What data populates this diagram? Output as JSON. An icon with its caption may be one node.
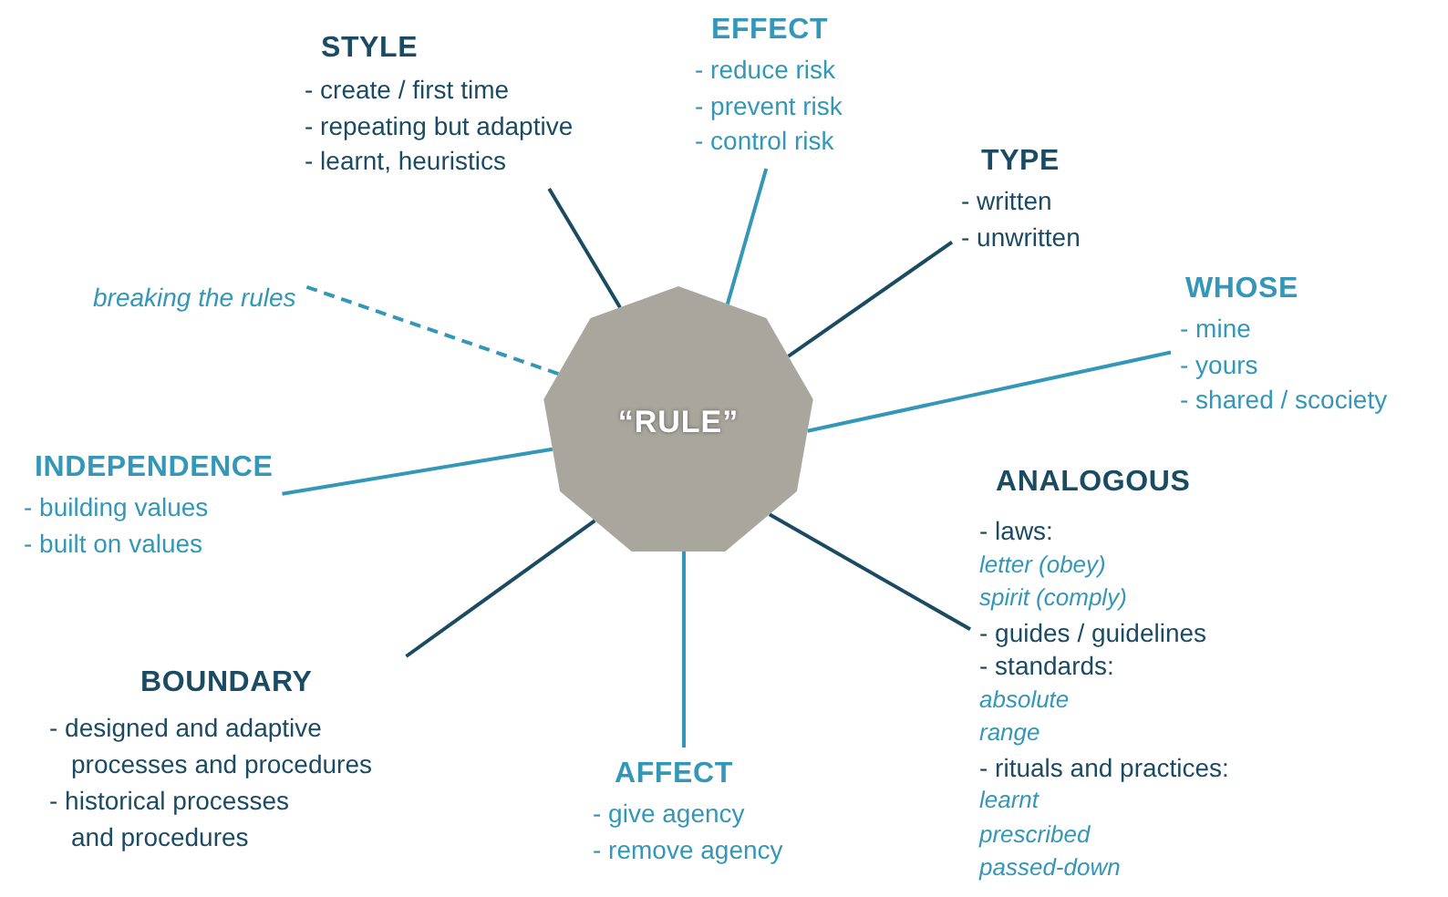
{
  "diagram": {
    "nodes": [
      {
        "text": [
          "EFFECT",
          "- reduce risk",
          "- prevent risk",
          "- control risk"
        ]
      },
      {
        "text": [
          "STYLE",
          "- create / first time",
          "- repeating but adaptive",
          "- learnt, heuristics"
        ]
      },
      {
        "text": [
          "TYPE",
          "- written",
          "- unwritten"
        ]
      },
      {
        "text": [
          "WHOSE",
          "- mine",
          "- yours",
          "- shared / scociety"
        ]
      },
      {
        "text": [
          "breaking the rules"
        ]
      },
      {
        "text": [
          "“RULE”"
        ]
      },
      {
        "text": [
          "INDEPENDENCE",
          "- building values",
          "- built on values"
        ]
      },
      {
        "text": [
          "ANALOGOUS",
          "- laws:",
          "letter (obey)",
          "spirit (comply)",
          "- guides / guidelines",
          "- standards:",
          "absolute",
          "range",
          "- rituals and practices:",
          "learnt",
          "prescribed",
          "passed-down"
        ]
      },
      {
        "text": [
          "BOUNDARY",
          "- designed and adaptive processes and procedures",
          "- historical processes and procedures"
        ]
      },
      {
        "text": [
          "AFFECT",
          "- give agency",
          "- remove agency"
        ]
      }
    ],
    "edges": [
      {
        "from": 5,
        "to": 0,
        "arrow": "none"
      },
      {
        "from": 5,
        "to": 1,
        "arrow": "none",
        "color": "#1b4b63"
      },
      {
        "from": 5,
        "to": 2,
        "arrow": "none",
        "color": "#1b4b63"
      },
      {
        "from": 5,
        "to": 3,
        "arrow": "none"
      },
      {
        "from": 5,
        "to": 4,
        "arrow": "none",
        "style": "dashed"
      },
      {
        "from": 5,
        "to": 6,
        "arrow": "none"
      },
      {
        "from": 5,
        "to": 7,
        "arrow": "none",
        "color": "#1b4b63"
      },
      {
        "from": 5,
        "to": 8,
        "arrow": "none",
        "color": "#1b4b63"
      },
      {
        "from": 5,
        "to": 9,
        "arrow": "none"
      }
    ]
  }
}
